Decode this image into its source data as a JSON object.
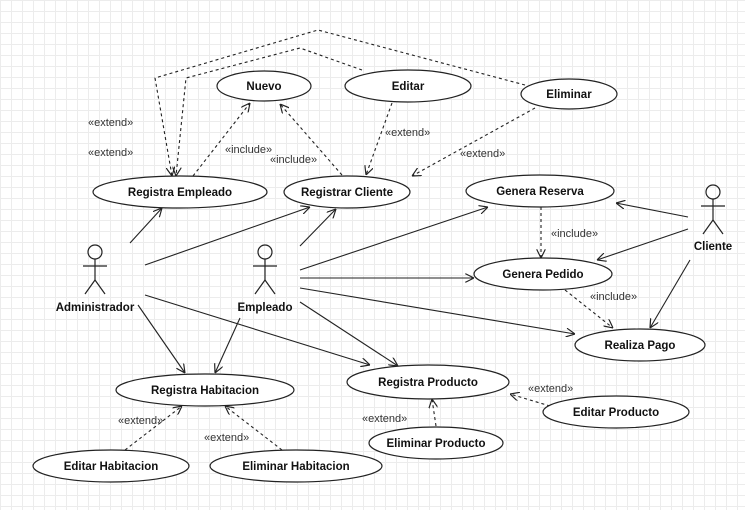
{
  "actors": [
    {
      "id": "admin",
      "label": "Administrador"
    },
    {
      "id": "emp",
      "label": "Empleado"
    },
    {
      "id": "cli",
      "label": "Cliente"
    }
  ],
  "use_cases": [
    {
      "id": "nuevo",
      "label": "Nuevo"
    },
    {
      "id": "editar",
      "label": "Editar"
    },
    {
      "id": "eliminar",
      "label": "Eliminar"
    },
    {
      "id": "regemp",
      "label": "Registra Empleado"
    },
    {
      "id": "regcli",
      "label": "Registrar Cliente"
    },
    {
      "id": "genres",
      "label": "Genera Reserva"
    },
    {
      "id": "genped",
      "label": "Genera Pedido"
    },
    {
      "id": "pago",
      "label": "Realiza Pago"
    },
    {
      "id": "reghab",
      "label": "Registra Habitacion"
    },
    {
      "id": "regprod",
      "label": "Registra Producto"
    },
    {
      "id": "edprod",
      "label": "Editar Producto"
    },
    {
      "id": "elprod",
      "label": "Eliminar Producto"
    },
    {
      "id": "edhab",
      "label": "Editar Habitacion"
    },
    {
      "id": "elhab",
      "label": "Eliminar Habitacion"
    }
  ],
  "stereotypes": {
    "extend": "«extend»",
    "include": "«include»"
  },
  "relations": [
    {
      "type": "association",
      "from": "admin",
      "to": "regemp"
    },
    {
      "type": "association",
      "from": "admin",
      "to": "regcli"
    },
    {
      "type": "association",
      "from": "admin",
      "to": "reghab"
    },
    {
      "type": "association",
      "from": "admin",
      "to": "regprod"
    },
    {
      "type": "association",
      "from": "emp",
      "to": "regcli"
    },
    {
      "type": "association",
      "from": "emp",
      "to": "genres"
    },
    {
      "type": "association",
      "from": "emp",
      "to": "genped"
    },
    {
      "type": "association",
      "from": "emp",
      "to": "pago"
    },
    {
      "type": "association",
      "from": "emp",
      "to": "regprod"
    },
    {
      "type": "association",
      "from": "emp",
      "to": "reghab"
    },
    {
      "type": "association",
      "from": "cli",
      "to": "genres"
    },
    {
      "type": "association",
      "from": "cli",
      "to": "genped"
    },
    {
      "type": "association",
      "from": "cli",
      "to": "pago"
    },
    {
      "type": "include",
      "from": "regemp",
      "to": "nuevo"
    },
    {
      "type": "include",
      "from": "regcli",
      "to": "nuevo"
    },
    {
      "type": "include",
      "from": "genres",
      "to": "genped"
    },
    {
      "type": "include",
      "from": "genped",
      "to": "pago"
    },
    {
      "type": "extend",
      "from": "editar",
      "to": "regcli"
    },
    {
      "type": "extend",
      "from": "eliminar",
      "to": "regcli"
    },
    {
      "type": "extend",
      "from": "editar",
      "to": "regemp"
    },
    {
      "type": "extend",
      "from": "eliminar",
      "to": "regemp"
    },
    {
      "type": "extend",
      "from": "edhab",
      "to": "reghab"
    },
    {
      "type": "extend",
      "from": "elhab",
      "to": "reghab"
    },
    {
      "type": "extend",
      "from": "elprod",
      "to": "regprod"
    },
    {
      "type": "extend",
      "from": "edprod",
      "to": "regprod"
    }
  ]
}
